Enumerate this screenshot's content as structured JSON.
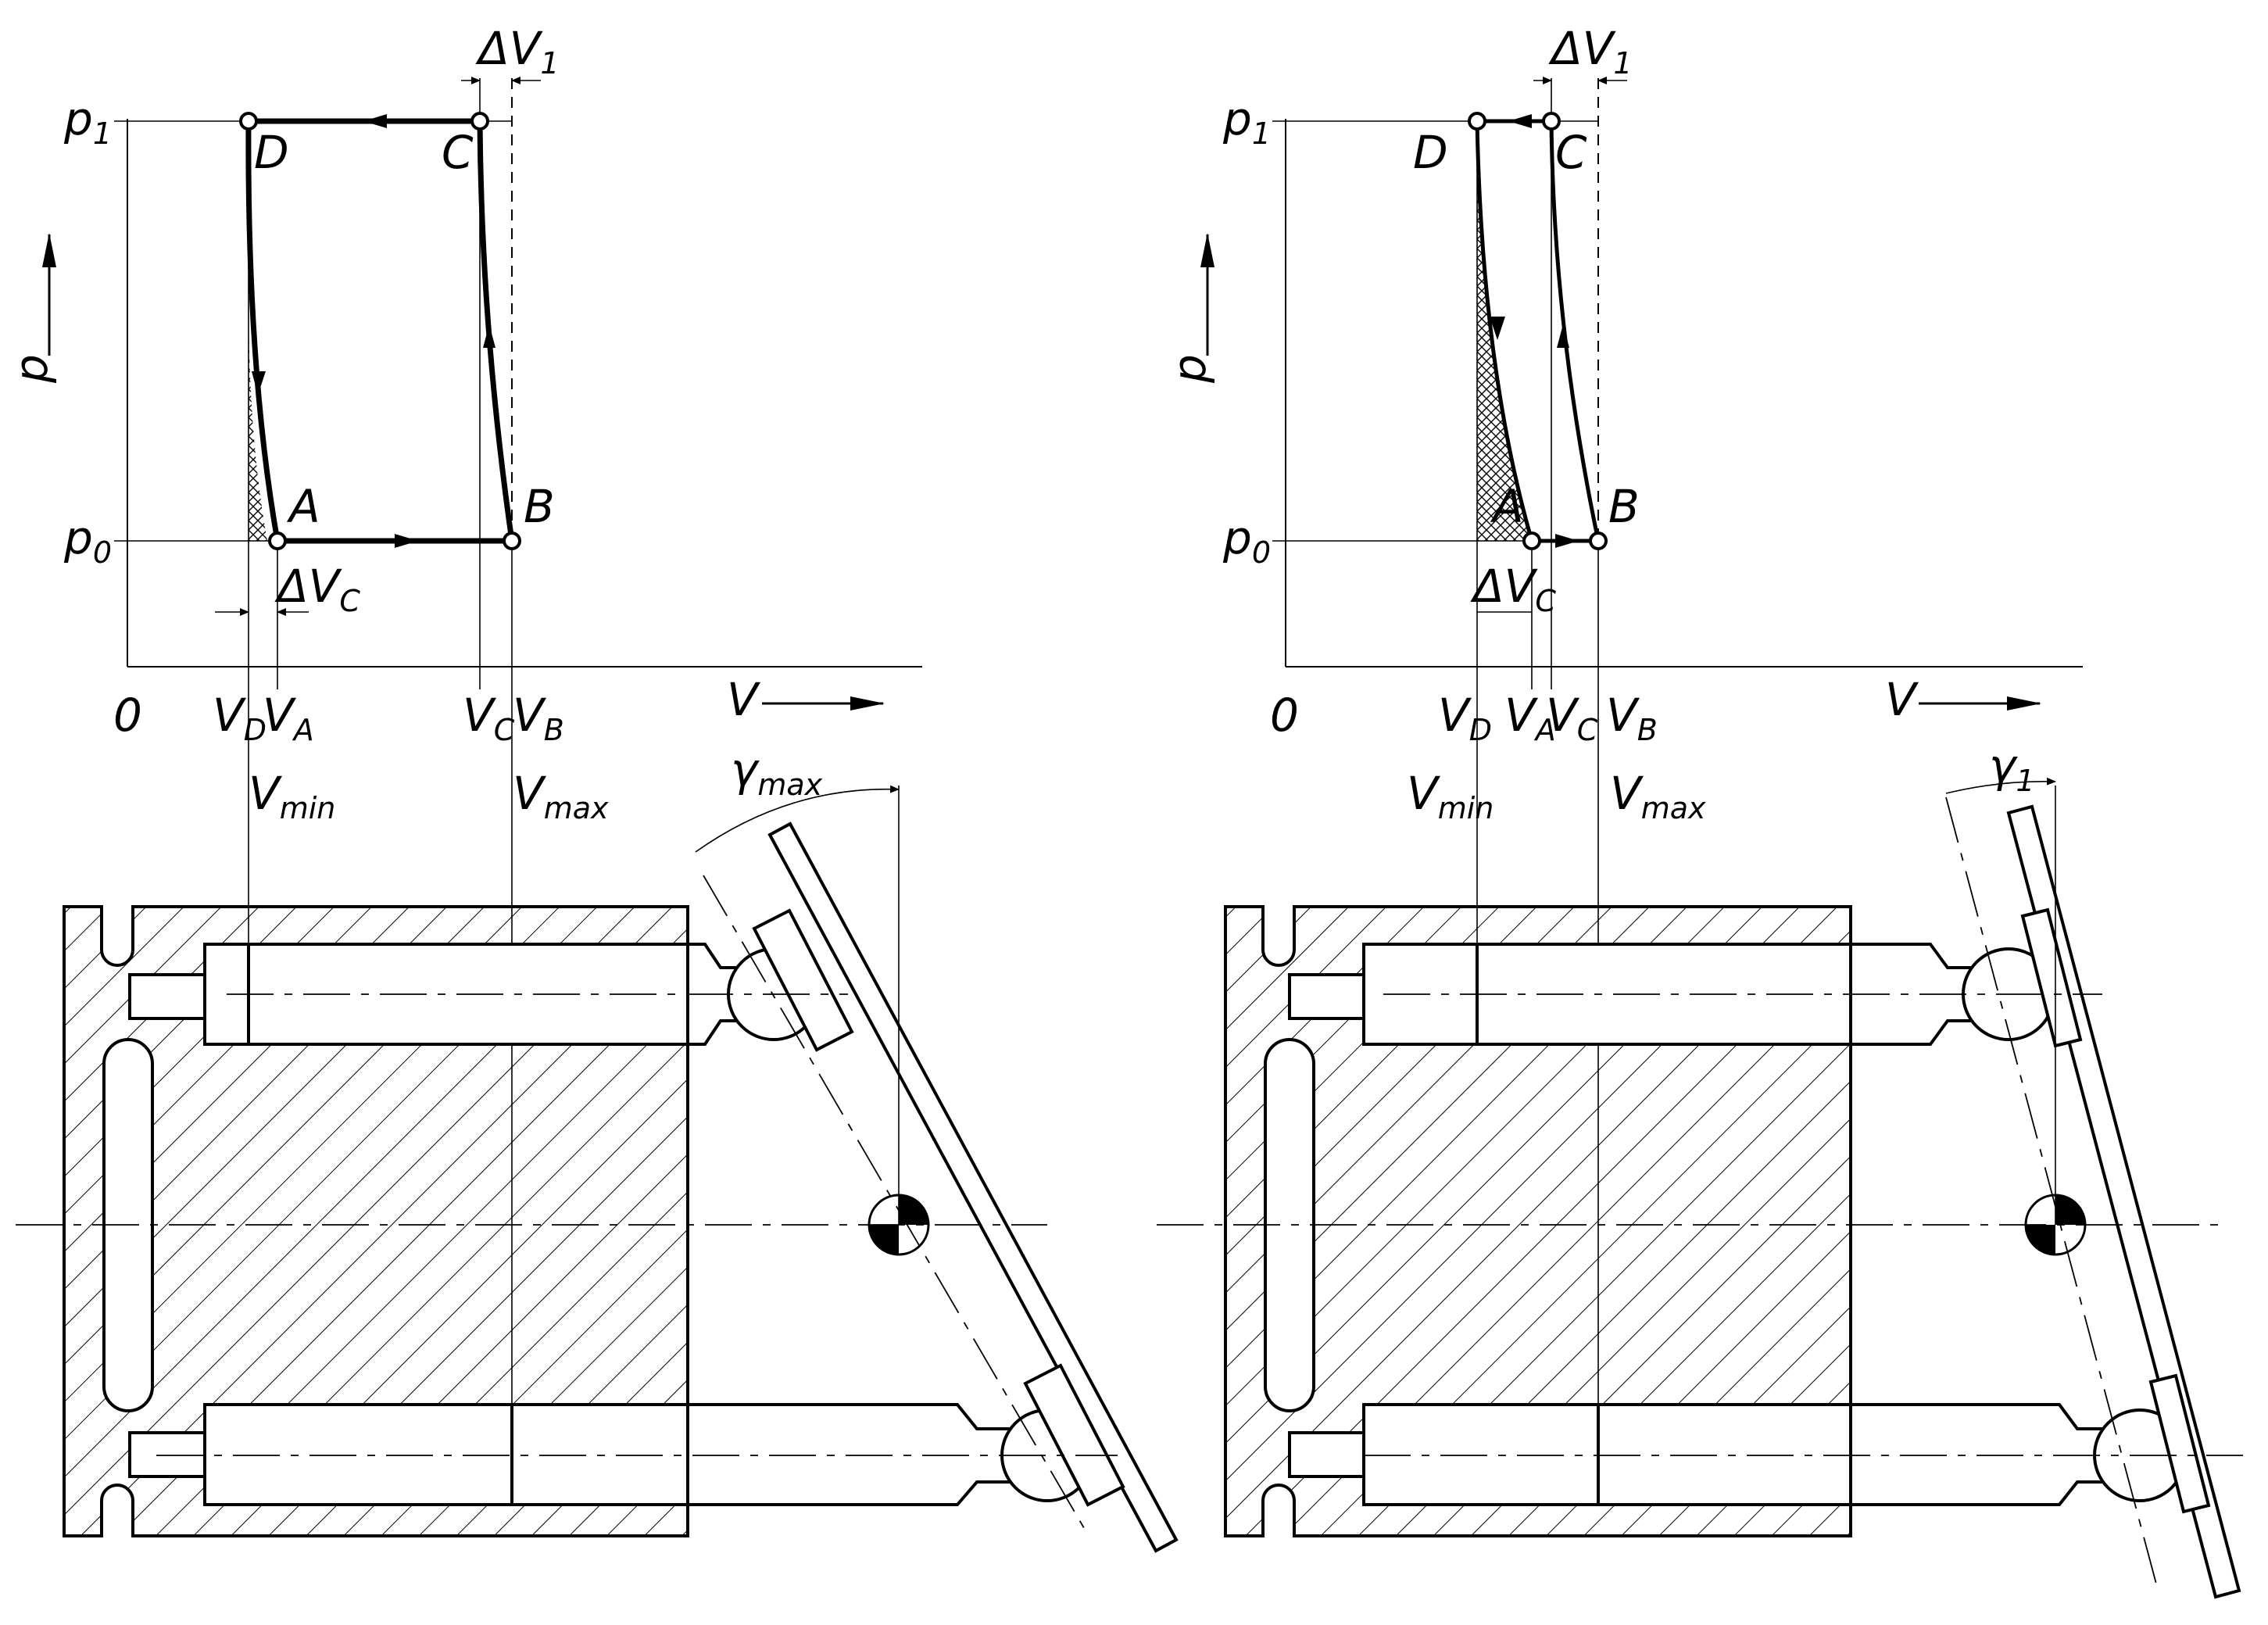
{
  "left": {
    "y_axis": "p",
    "x_axis": "V",
    "origin": "0",
    "p_high": {
      "main": "p",
      "sub": "1"
    },
    "p_low": {
      "main": "p",
      "sub": "0"
    },
    "points": {
      "A": "A",
      "B": "B",
      "C": "C",
      "D": "D"
    },
    "dV1": {
      "main": "ΔV",
      "sub": "1"
    },
    "dVC": {
      "main": "ΔV",
      "sub": "C"
    },
    "VD": {
      "main": "V",
      "sub": "D"
    },
    "VA": {
      "main": "V",
      "sub": "A"
    },
    "VC": {
      "main": "V",
      "sub": "C"
    },
    "VB": {
      "main": "V",
      "sub": "B"
    },
    "Vmin": {
      "main": "V",
      "sub": "min"
    },
    "Vmax": {
      "main": "V",
      "sub": "max"
    },
    "angle": {
      "main": "γ",
      "sub": "max"
    }
  },
  "right": {
    "y_axis": "p",
    "x_axis": "V",
    "origin": "0",
    "p_high": {
      "main": "p",
      "sub": "1"
    },
    "p_low": {
      "main": "p",
      "sub": "0"
    },
    "points": {
      "A": "A",
      "B": "B",
      "C": "C",
      "D": "D"
    },
    "dV1": {
      "main": "ΔV",
      "sub": "1"
    },
    "dVC": {
      "main": "ΔV",
      "sub": "C"
    },
    "VD": {
      "main": "V",
      "sub": "D"
    },
    "VA": {
      "main": "V",
      "sub": "A"
    },
    "VC": {
      "main": "V",
      "sub": "C"
    },
    "VB": {
      "main": "V",
      "sub": "B"
    },
    "Vmin": {
      "main": "V",
      "sub": "min"
    },
    "Vmax": {
      "main": "V",
      "sub": "max"
    },
    "angle": {
      "main": "γ",
      "sub": "1"
    }
  }
}
